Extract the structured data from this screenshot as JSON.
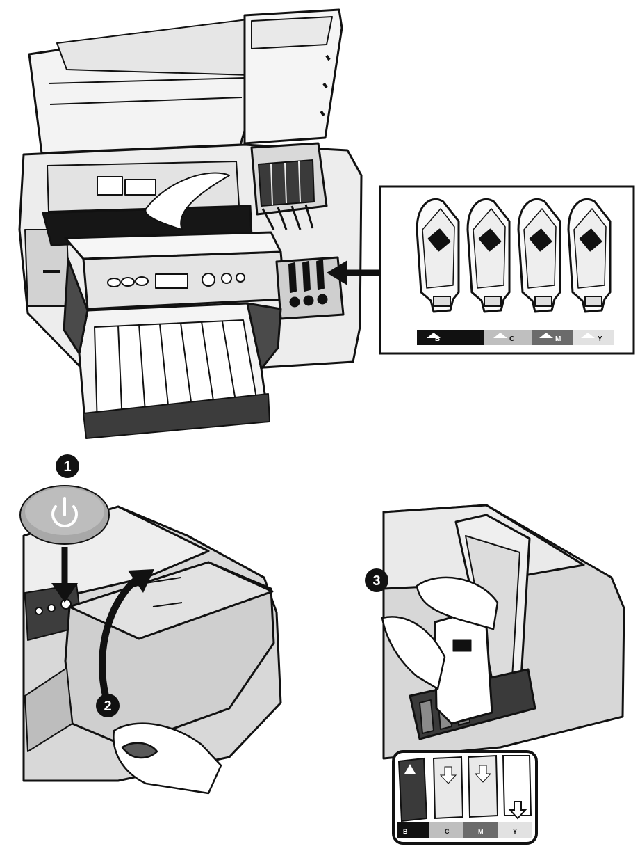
{
  "figure": {
    "steps": [
      "1",
      "2",
      "3"
    ],
    "cartridge_slots_top": [
      "B",
      "C",
      "M",
      "Y"
    ],
    "cartridge_slots_bottom": [
      "B",
      "C",
      "M",
      "Y"
    ]
  },
  "colors": {
    "black": "#111111",
    "cyan_slot": "#bfbfbf",
    "magenta_slot": "#6b6b6b",
    "yellow_slot": "#e2e2e2",
    "printer_light": "#ededed",
    "printer_mid": "#c9c9c9",
    "printer_dark": "#555555",
    "button_grey": "#a8a8a8"
  },
  "icons": [
    "power-icon",
    "arrow-right-icon",
    "arrow-down-icon",
    "curved-arrow-icon",
    "hand-icon"
  ]
}
